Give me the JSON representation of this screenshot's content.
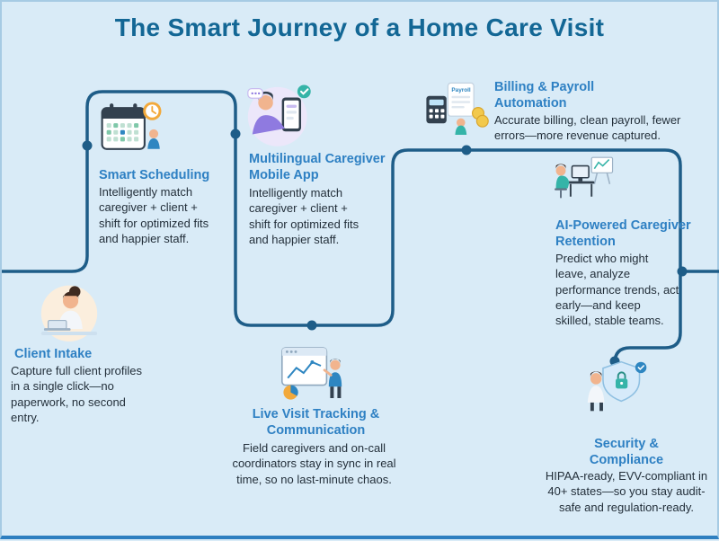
{
  "page": {
    "title": "The Smart Journey of a Home Care Visit",
    "colors": {
      "bg": "#d9ebf7",
      "title": "#136795",
      "heading": "#2e80c3",
      "path": "#1e5d88",
      "text": "#232f3a",
      "border": "#a6cbe4",
      "border_bottom": "#2e7fc0"
    }
  },
  "steps": [
    {
      "id": "client-intake",
      "title": "Client Intake",
      "description": "Capture full client profiles in a single click—no paperwork, no second entry.",
      "illustration": "woman-at-laptop"
    },
    {
      "id": "smart-scheduling",
      "title": "Smart Scheduling",
      "description": "Intelligently match caregiver + client + shift for optimized fits and happier staff.",
      "illustration": "calendar-clock-schedule"
    },
    {
      "id": "multilingual-caregiver-mobile-app",
      "title": "Multilingual Caregiver Mobile App",
      "description": "Intelligently match caregiver + client + shift for optimized fits and happier staff.",
      "illustration": "person-holding-phone"
    },
    {
      "id": "live-visit-tracking",
      "title": "Live Visit Tracking & Communication",
      "description": "Field caregivers and on-call coordinators stay in sync in real time, so no last-minute chaos.",
      "illustration": "dashboard-charts-person"
    },
    {
      "id": "billing-payroll-automation",
      "title": "Billing & Payroll Automation",
      "description": "Accurate billing, clean payroll, fewer errors—more revenue captured.",
      "illustration": "calculator-payroll-doc",
      "illustration_label": "Payroll"
    },
    {
      "id": "ai-powered-caregiver-retention",
      "title": "AI-Powered Caregiver Retention",
      "description": "Predict who might leave, analyze performance trends, act early—and keep skilled, stable teams.",
      "illustration": "analyst-workstation"
    },
    {
      "id": "security-compliance",
      "title": "Security & Compliance",
      "description": "HIPAA-ready, EVV-compliant in 40+ states—so you stay audit-safe and regulation-ready.",
      "illustration": "shield-lock-person"
    }
  ]
}
